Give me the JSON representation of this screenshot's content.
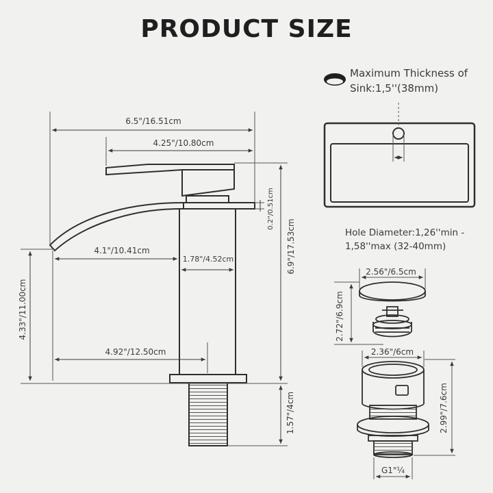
{
  "title": "PRODUCT SIZE",
  "dimensions": {
    "total_length": "6.5\"/16.51cm",
    "handle_length": "4.25\"/10.80cm",
    "spout_thickness": "0.2\"/0.51cm",
    "spout_reach": "4.1\"/10.41cm",
    "body_width": "1.78\"/4.52cm",
    "total_height": "6.9\"/17.53cm",
    "spout_height": "4.33\"/11.00cm",
    "spout_to_body": "4.92\"/12.50cm",
    "thread_length": "1.57\"/4cm"
  },
  "sink": {
    "note": "Maximum Thickness of Sink:1,5''(38mm)",
    "hole_note": "Hole Diameter:1,26''min - 1,58''max  (32-40mm)"
  },
  "drain": {
    "cap_diameter": "2.56\"/6.5cm",
    "cap_height": "2.72\"/6.9cm",
    "body_diameter": "2.36\"/6cm",
    "body_height": "2.99\"/7.6cm",
    "thread": "G1\"¼"
  },
  "colors": {
    "background": "#f1f1ef",
    "line": "#2e2e2e"
  }
}
